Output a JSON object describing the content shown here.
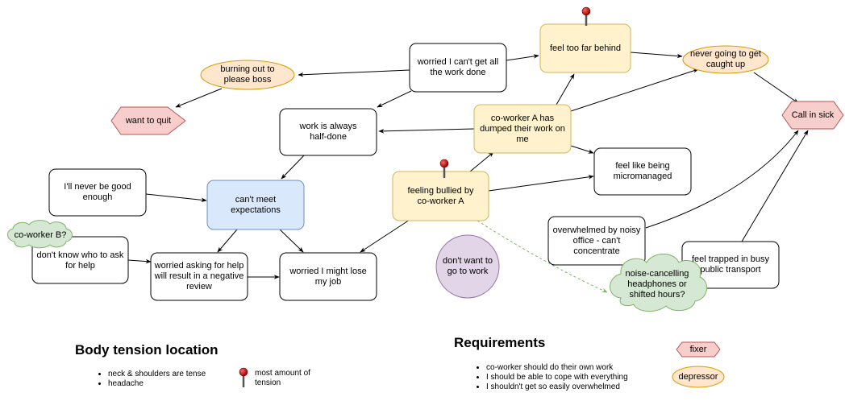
{
  "nodes": {
    "worried_cant_get_work": "worried I can't get all the work done",
    "feel_too_far_behind": "feel too far behind",
    "never_going_to_catch_up": "never going to get caught up",
    "burning_out": "burning out to please boss",
    "want_to_quit": "want to quit",
    "call_in_sick": "Call in sick",
    "work_half_done": "work is always half-done",
    "coworker_a_dumped": "co-worker A has dumped their work on me",
    "feel_micromanaged": "feel like being micromanaged",
    "never_good_enough": "I'll never be good enough",
    "cant_meet_expectations": "can't meet expectations",
    "feeling_bullied": "feeling bullied by co-worker A",
    "coworker_b": "co-worker B?",
    "dont_know_who_to_ask": "don't know who to ask for help",
    "worried_asking_help": "worried asking for help will result in a negative review",
    "worried_lose_job": "worried I might lose my job",
    "dont_want_to_go": "don't want to go to work",
    "overwhelmed_noisy": "overwhelmed by noisy office - can't concentrate",
    "noise_cancelling": "noise-cancelling headphones or shifted hours?",
    "feel_trapped": "feel trapped in busy public transport"
  },
  "body_tension": {
    "title": "Body tension location",
    "items": [
      "neck & shoulders are tense",
      "headache"
    ],
    "pin_label": "most amount of tension"
  },
  "requirements": {
    "title": "Requirements",
    "items": [
      "co-worker should do their own work",
      "I should be able to cope with everything",
      "I shouldn't get so easily overwhelmed"
    ]
  },
  "legend": {
    "fixer": "fixer",
    "depressor": "depressor"
  },
  "colors": {
    "yellow_fill": "#fff2cc",
    "blue_fill": "#dae8fc",
    "orange_fill": "#ffe6cc",
    "red_fill": "#f8cecc",
    "green_fill": "#d5e8d4",
    "purple_fill": "#e1d5e7",
    "pin": "#cc0000"
  }
}
